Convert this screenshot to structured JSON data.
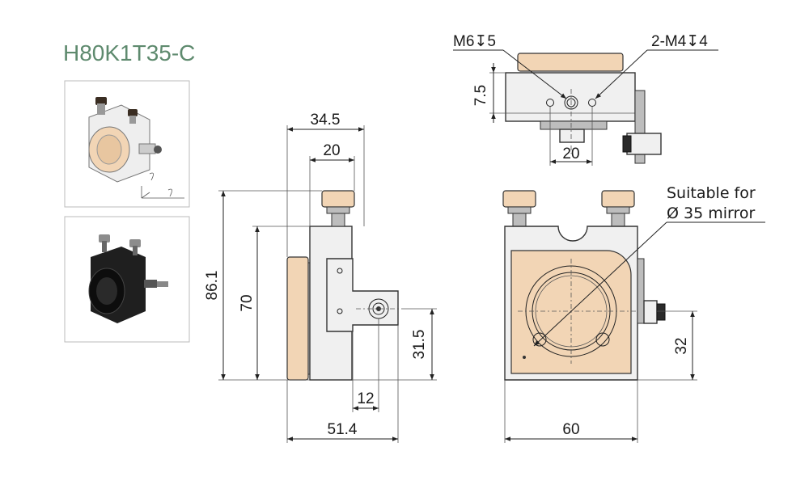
{
  "title": "H80K1T35-C",
  "top_view": {
    "hole_center": "M6",
    "hole_center_depth": "5",
    "hole_pair": "2-M4",
    "hole_pair_depth": "4",
    "dim_height": "7.5",
    "dim_spacing": "20"
  },
  "side_view": {
    "dim_depth": "34.5",
    "dim_upper": "20",
    "dim_total_height": "86.1",
    "dim_body_height": "70",
    "dim_axis_height": "31.5",
    "dim_offset": "12",
    "dim_total_depth": "51.4"
  },
  "front_view": {
    "note_line1": "Suitable for",
    "note_line2": "Ø 35 mirror",
    "dim_axis_height": "32",
    "dim_width": "60"
  },
  "colors": {
    "title": "#5e8a6e",
    "brass": "#f2d5b5",
    "body": "#f0f0f0",
    "line": "#222222"
  }
}
